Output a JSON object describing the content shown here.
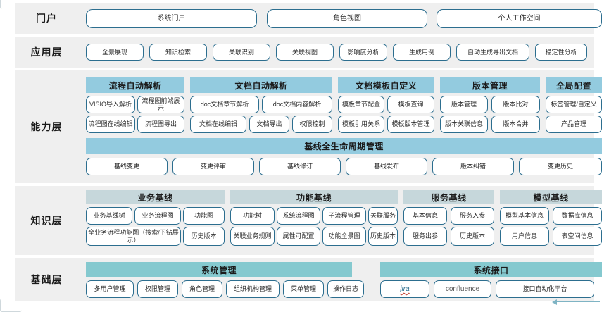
{
  "colors": {
    "band_bg": "#efefef",
    "pill_border": "#2c6e8f",
    "header_blue": "#93cbdf",
    "header_gray": "#c6d7db",
    "header_teal": "#85c9cf",
    "arrow": "#7fb4c4"
  },
  "layers": [
    {
      "id": "portal",
      "label": "门户",
      "items": [
        "系统门户",
        "角色视图",
        "个人工作空间"
      ]
    },
    {
      "id": "application",
      "label": "应用层",
      "items": [
        "全景展现",
        "知识检索",
        "关联识别",
        "关联视图",
        "影响度分析",
        "生成用例",
        "自动生成导出文档",
        "稳定性分析"
      ]
    },
    {
      "id": "capability",
      "label": "能力层",
      "groups": [
        {
          "title": "流程自动解析",
          "row1": [
            "VISIO导入解析",
            "流程图前端展示"
          ],
          "row2": [
            "流程图在线编辑",
            "流程图导出"
          ]
        },
        {
          "title": "文档自动解析",
          "row1": [
            "doc文档章节解析",
            "doc文档内容解析"
          ],
          "row2": [
            "文档在线编辑",
            "文档导出",
            "权限控制"
          ]
        },
        {
          "title": "文档模板自定义",
          "row1": [
            "模板章节配置",
            "模板查询"
          ],
          "row2": [
            "模板引用关系",
            "模板版本管理"
          ]
        },
        {
          "title": "版本管理",
          "row1": [
            "版本管理",
            "版本比对"
          ],
          "row2": [
            "版本关联信息",
            "版本合并"
          ]
        },
        {
          "title": "全局配置",
          "row1": [
            "标签管理/自定义"
          ],
          "row2": [
            "产品管理"
          ]
        }
      ],
      "lifecycle": {
        "title": "基线全生命周期管理",
        "items": [
          "基线变更",
          "变更评审",
          "基线修订",
          "基线发布",
          "版本纠错",
          "变更历史"
        ]
      }
    },
    {
      "id": "knowledge",
      "label": "知识层",
      "groups": [
        {
          "title": "业务基线",
          "row1": [
            "业务基线树",
            "业务流程图",
            "功能图"
          ],
          "row2": [
            "全业务流程功能图（搜索/下钻展示）",
            "历史版本"
          ]
        },
        {
          "title": "功能基线",
          "row1": [
            "功能树",
            "系统流程图",
            "子流程管理",
            "关联服务"
          ],
          "row2": [
            "关联业务规则",
            "属性可配置",
            "功能全景图",
            "历史版本"
          ]
        },
        {
          "title": "服务基线",
          "row1": [
            "基本信息",
            "服务入参"
          ],
          "row2": [
            "服务出参",
            "历史版本"
          ]
        },
        {
          "title": "模型基线",
          "row1": [
            "模型基本信息",
            "数据库信息"
          ],
          "row2": [
            "用户信息",
            "表空间信息"
          ]
        }
      ]
    },
    {
      "id": "foundation",
      "label": "基础层",
      "groups": [
        {
          "title": "系统管理",
          "items": [
            "多用户管理",
            "权限管理",
            "角色管理",
            "组织机构管理",
            "菜单管理",
            "操作日志"
          ]
        },
        {
          "title": "系统接口",
          "items": [
            "jira",
            "confluence",
            "接口自动化平台"
          ]
        }
      ]
    }
  ]
}
